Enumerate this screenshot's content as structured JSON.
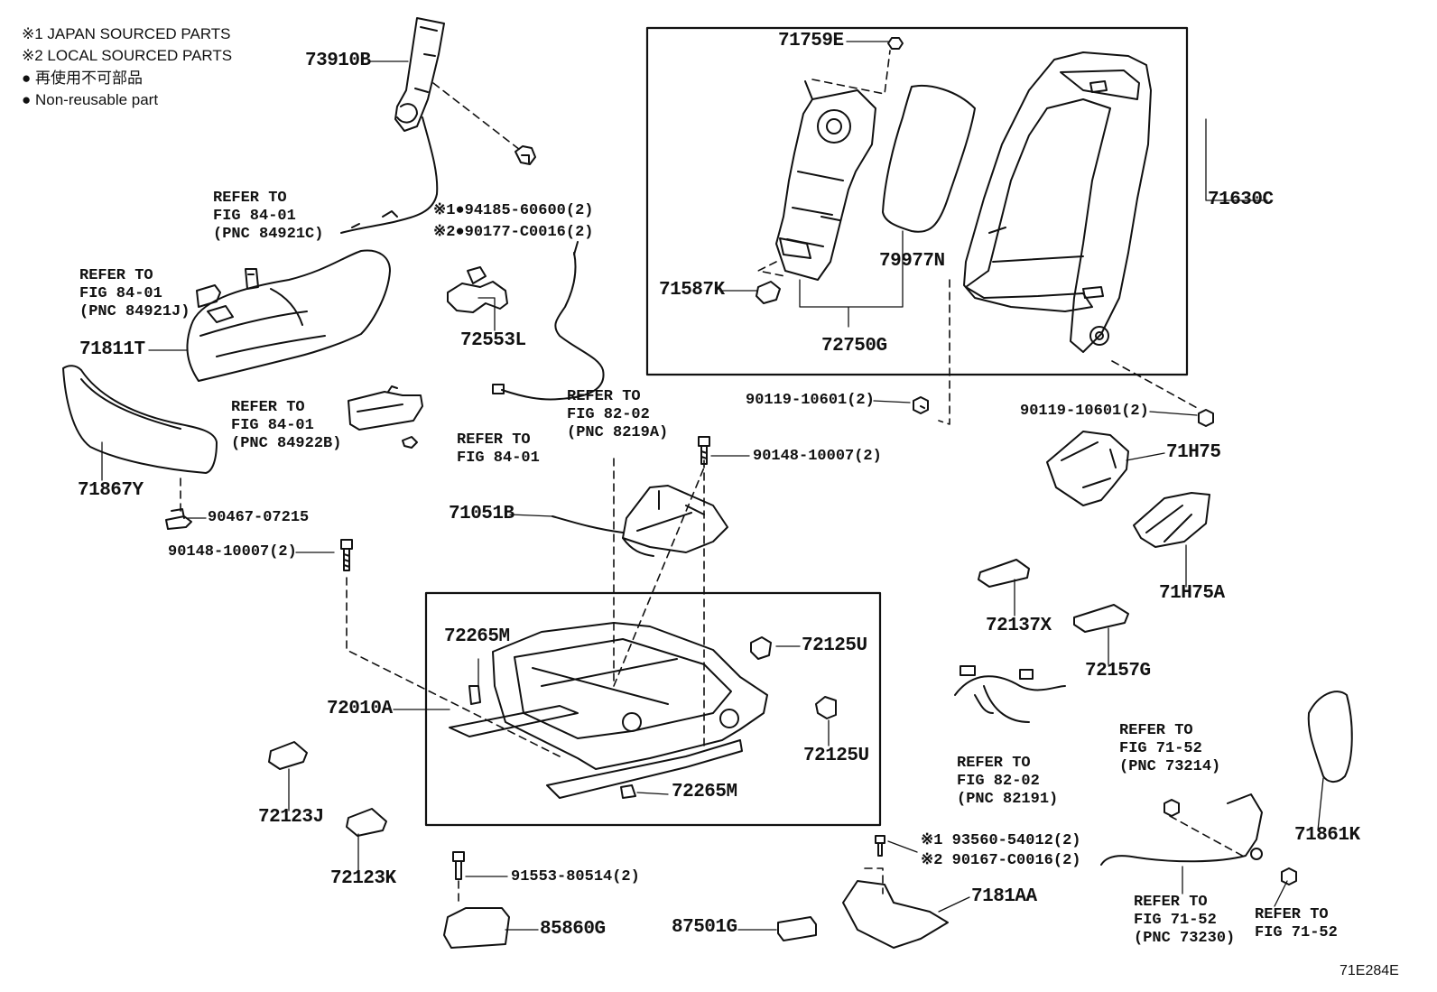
{
  "legend": {
    "japan": "※1 JAPAN SOURCED PARTS",
    "local": "※2 LOCAL SOURCED PARTS",
    "dot_ja": "● 再使用不可部品",
    "dot_en": "● Non-reusable part"
  },
  "parts": {
    "p73910B": "73910B",
    "p71759E": "71759E",
    "p71630C": "71630C",
    "p79977N": "79977N",
    "p71587K": "71587K",
    "p72750G": "72750G",
    "p94185": "※1●94185-60600(2)",
    "p90177": "※2●90177-C0016(2)",
    "p72553L": "72553L",
    "p71811T": "71811T",
    "p71867Y": "71867Y",
    "p90119a": "90119-10601(2)",
    "p90119b": "90119-10601(2)",
    "p71H75": "71H75",
    "p71H75A": "71H75A",
    "p90148a": "90148-10007(2)",
    "p90148b": "90148-10007(2)",
    "p71051B": "71051B",
    "p90467": "90467-07215",
    "p72265Ma": "72265M",
    "p72265Mb": "72265M",
    "p72125Ua": "72125U",
    "p72125Ub": "72125U",
    "p72010A": "72010A",
    "p72137X": "72137X",
    "p72157G": "72157G",
    "p72123J": "72123J",
    "p72123K": "72123K",
    "p91553": "91553-80514(2)",
    "p85860G": "85860G",
    "p93560": "※1 93560-54012(2)",
    "p90167": "※2 90167-C0016(2)",
    "p7181AA": "7181AA",
    "p87501G": "87501G",
    "p71861K": "71861K"
  },
  "refs": {
    "r84921C": [
      "REFER TO",
      "FIG 84-01",
      "(PNC 84921C)"
    ],
    "r84921J": [
      "REFER TO",
      "FIG 84-01",
      "(PNC 84921J)"
    ],
    "r84922B": [
      "REFER TO",
      "FIG 84-01",
      "(PNC 84922B)"
    ],
    "r8401": [
      "REFER TO",
      "FIG 84-01"
    ],
    "r8219A": [
      "REFER TO",
      "FIG 82-02",
      "(PNC 8219A)"
    ],
    "r82191": [
      "REFER TO",
      "FIG 82-02",
      "(PNC 82191)"
    ],
    "r73214": [
      "REFER TO",
      "FIG 71-52",
      "(PNC 73214)"
    ],
    "r73230": [
      "REFER TO",
      "FIG 71-52",
      "(PNC 73230)"
    ],
    "r7152": [
      "REFER TO",
      "FIG 71-52"
    ]
  },
  "figure_code": "71E284E"
}
